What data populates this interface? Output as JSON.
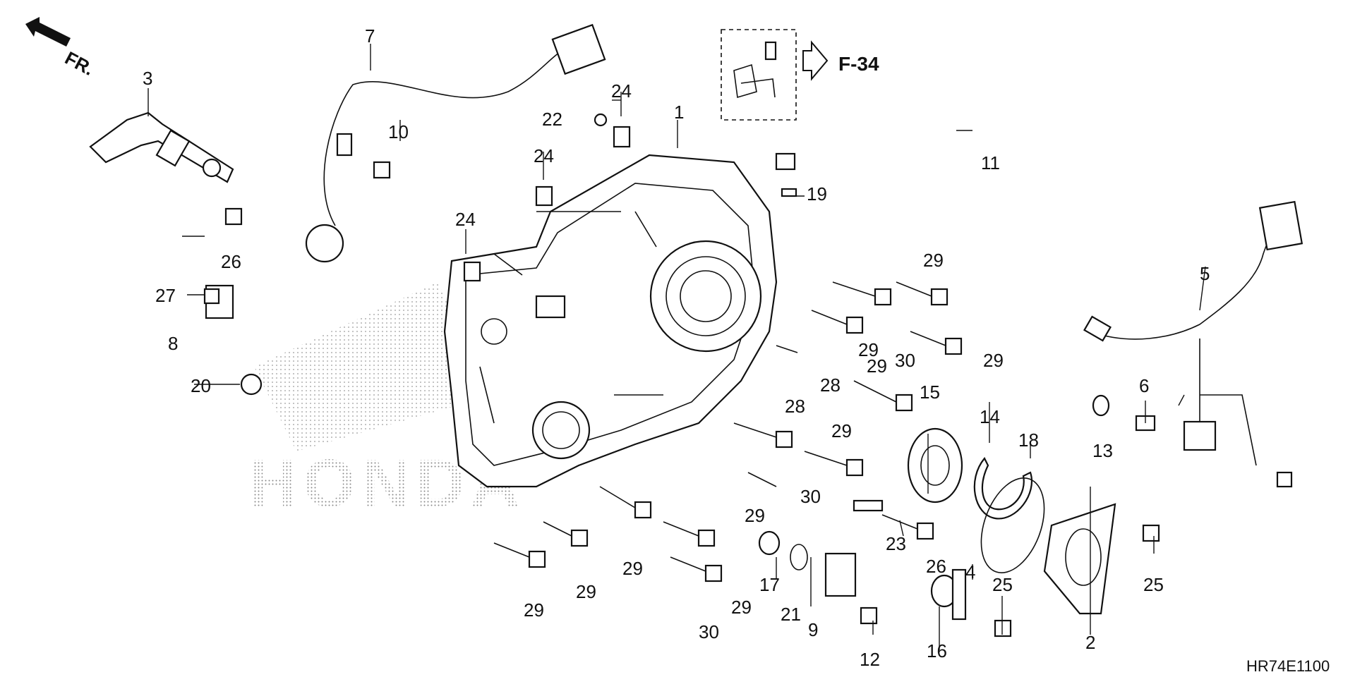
{
  "diagram_code": "HR74E1100",
  "direction_label": "FR.",
  "cross_reference": "F-34",
  "watermark": "HONDA",
  "callouts": {
    "c1": "1",
    "c2": "2",
    "c3": "3",
    "c4": "4",
    "c5": "5",
    "c6": "6",
    "c7": "7",
    "c8": "8",
    "c9": "9",
    "c10": "10",
    "c11": "11",
    "c12": "12",
    "c13": "13",
    "c14": "14",
    "c15": "15",
    "c16": "16",
    "c17": "17",
    "c18": "18",
    "c19": "19",
    "c20": "20",
    "c21": "21",
    "c22": "22",
    "c23": "23",
    "c24a": "24",
    "c24b": "24",
    "c24c": "24",
    "c25a": "25",
    "c25b": "25",
    "c26a": "26",
    "c26b": "26",
    "c27": "27",
    "c28a": "28",
    "c28b": "28",
    "c29a": "29",
    "c29b": "29",
    "c29c": "29",
    "c29d": "29",
    "c29e": "29",
    "c29f": "29",
    "c29g": "29",
    "c29h": "29",
    "c29i": "29",
    "c29j": "29",
    "c30a": "30",
    "c30b": "30",
    "c30c": "30"
  }
}
